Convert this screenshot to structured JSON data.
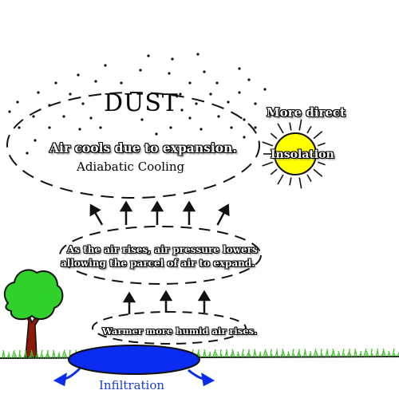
{
  "labels": {
    "dust": "DUST",
    "air_cools": "Air cools due to expansion.",
    "adiabatic": "Adiabatic Cooling",
    "rises_line1": "As the air rises, air pressure lowers",
    "rises_line2": "allowing the parcel of air to expand.",
    "warmer": "Warmer more humid air rises.",
    "more_direct": "More direct",
    "insolation": "Insolation",
    "infiltration": "Infiltration"
  },
  "colors": {
    "sun": "#ffff00",
    "water": "#0a2bf0",
    "grass": "#3fbf2a",
    "tree_leaves": "#2fd12a",
    "tree_trunk": "#8b1a08",
    "infiltration_text": "#1a3fd0"
  }
}
